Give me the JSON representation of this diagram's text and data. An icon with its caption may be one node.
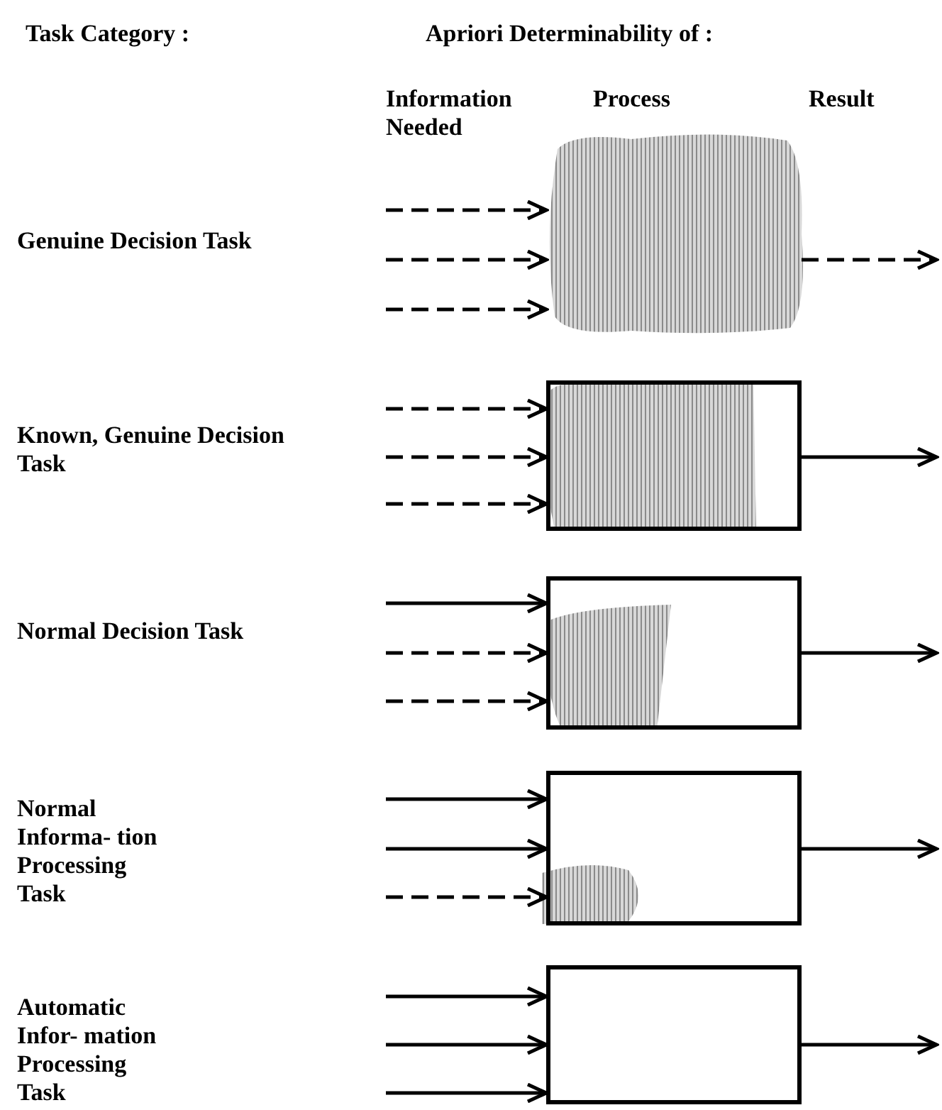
{
  "diagram": {
    "nodes": [
      {
        "text": [],
        "shape": "cloud"
      },
      {
        "text": [],
        "shape": "box"
      },
      {
        "text": [],
        "shape": "box"
      },
      {
        "text": [],
        "shape": "box"
      },
      {
        "text": [],
        "shape": "box"
      }
    ],
    "edges": [
      {
        "from": null,
        "to": 0,
        "arrow": "to",
        "style": "dashed"
      },
      {
        "from": null,
        "to": 0,
        "arrow": "to",
        "style": "dashed"
      },
      {
        "from": null,
        "to": 0,
        "arrow": "to",
        "style": "dashed"
      },
      {
        "from": 0,
        "to": null,
        "arrow": "to",
        "style": "dashed"
      },
      {
        "from": null,
        "to": 1,
        "arrow": "to",
        "style": "dashed"
      },
      {
        "from": null,
        "to": 1,
        "arrow": "to",
        "style": "dashed"
      },
      {
        "from": null,
        "to": 1,
        "arrow": "to",
        "style": "dashed"
      },
      {
        "from": 1,
        "to": null,
        "arrow": "to"
      },
      {
        "from": null,
        "to": 2,
        "arrow": "to"
      },
      {
        "from": null,
        "to": 2,
        "arrow": "to",
        "style": "dashed"
      },
      {
        "from": null,
        "to": 2,
        "arrow": "to",
        "style": "dashed"
      },
      {
        "from": 2,
        "to": null,
        "arrow": "to"
      },
      {
        "from": null,
        "to": 3,
        "arrow": "to"
      },
      {
        "from": null,
        "to": 3,
        "arrow": "to"
      },
      {
        "from": null,
        "to": 3,
        "arrow": "to",
        "style": "dashed"
      },
      {
        "from": 3,
        "to": null,
        "arrow": "to"
      },
      {
        "from": null,
        "to": 4,
        "arrow": "to"
      },
      {
        "from": null,
        "to": 4,
        "arrow": "to"
      },
      {
        "from": null,
        "to": 4,
        "arrow": "to"
      },
      {
        "from": 4,
        "to": null,
        "arrow": "to"
      }
    ],
    "labels": [
      "Task Category :",
      "Apriori Determinability of :",
      "Information Needed",
      "Process",
      "Result",
      "Genuine Decision Task",
      "Known, Genuine Decision Task",
      "Normal Decision Task",
      "Normal Informa- tion Processing Task",
      "Automatic Infor- mation Processing Task"
    ]
  }
}
